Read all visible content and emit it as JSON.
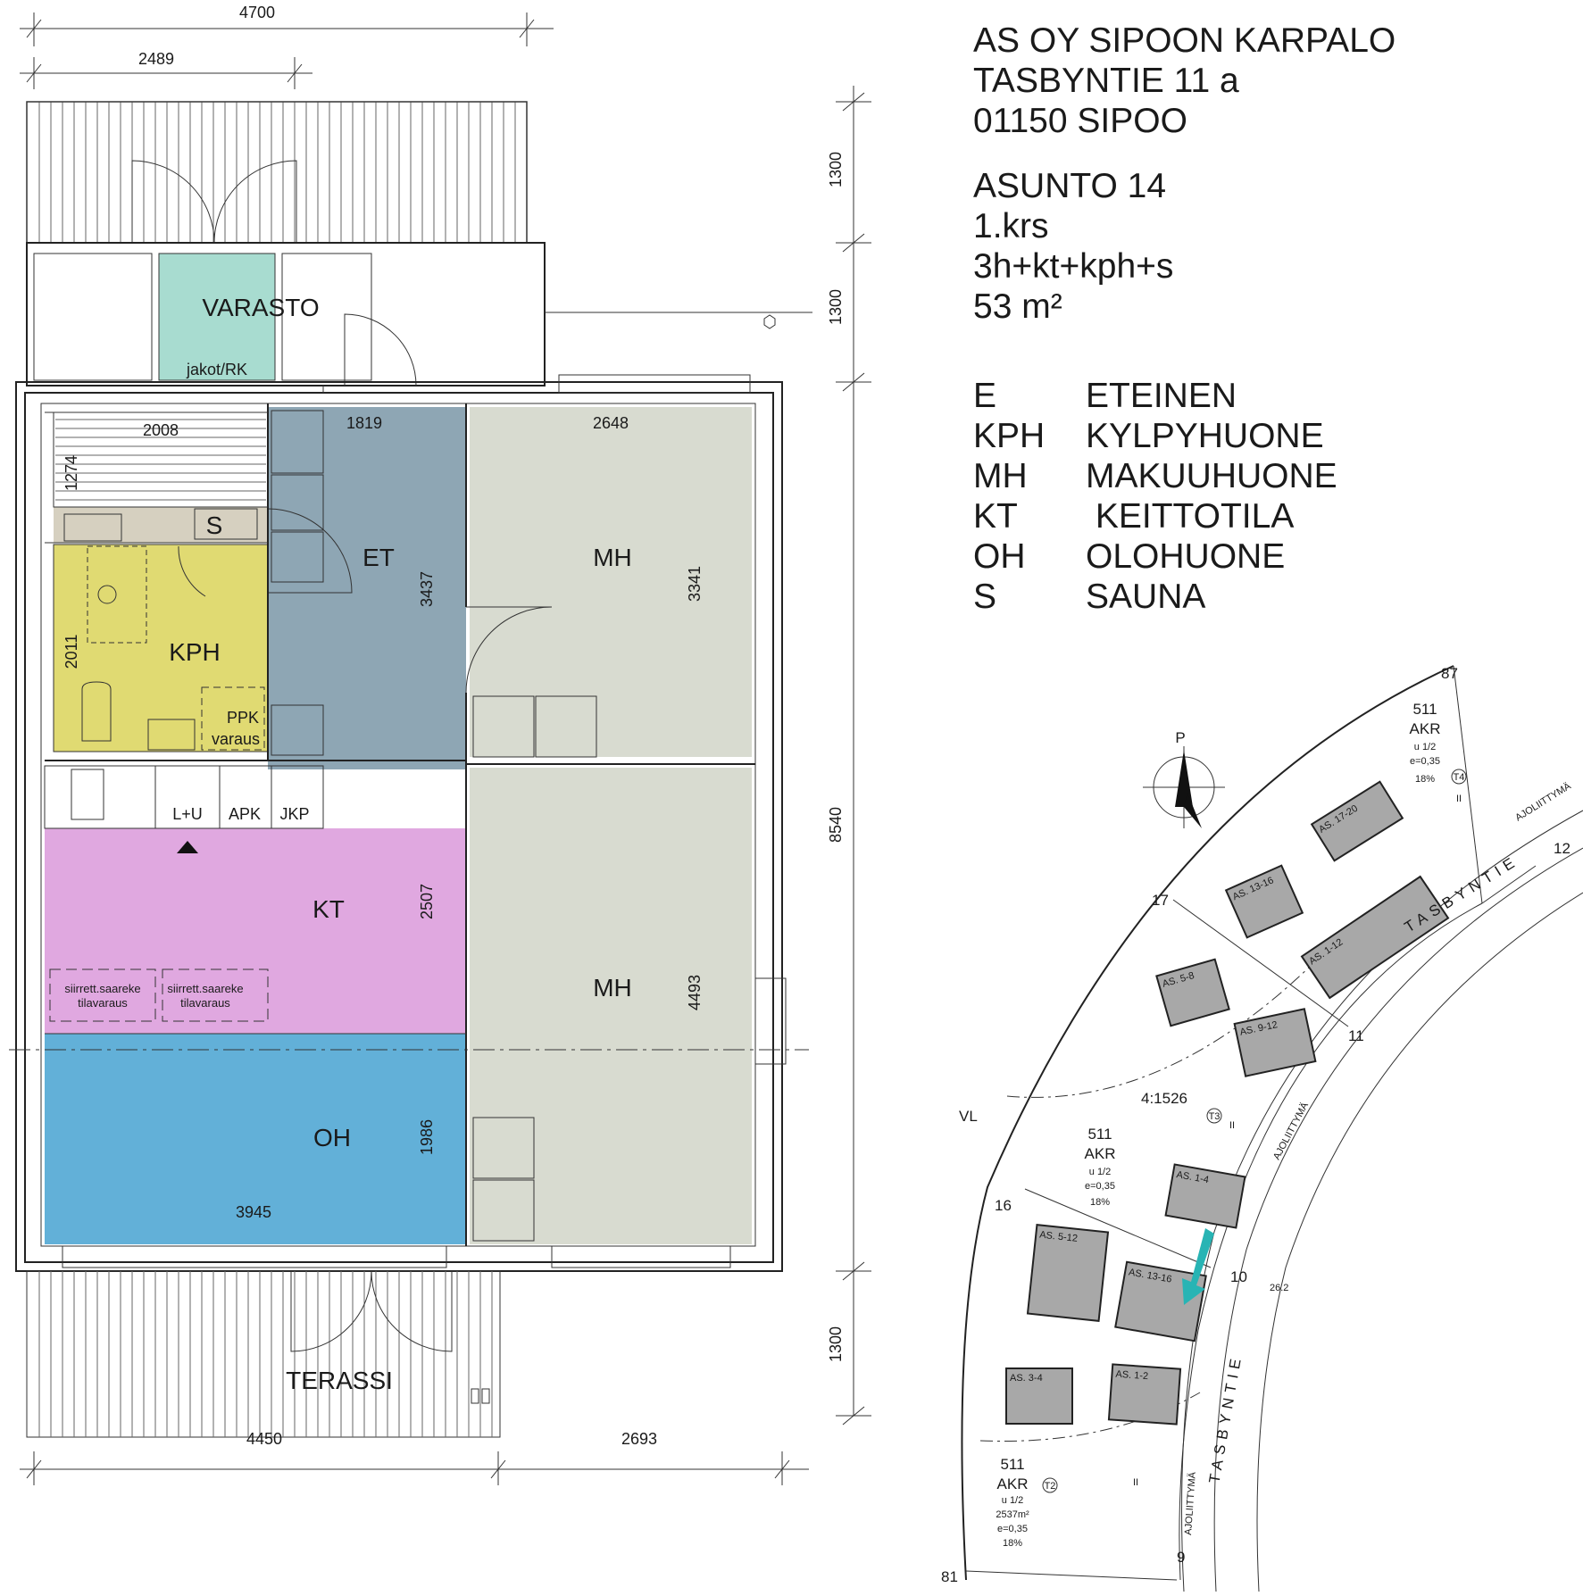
{
  "header": {
    "company": "AS OY SIPOON KARPALO",
    "street": "TASBYNTIE 11 a",
    "postal": "01150 SIPOO",
    "unit": "ASUNTO 14",
    "floor": "1.krs",
    "layout": "3h+kt+kph+s",
    "area": "53 m²"
  },
  "legend": [
    {
      "code": "E",
      "name": "ETEINEN"
    },
    {
      "code": "KPH",
      "name": "KYLPYHUONE"
    },
    {
      "code": "MH",
      "name": "MAKUUHUONE"
    },
    {
      "code": "KT",
      "name": " KEITTOTILA"
    },
    {
      "code": "OH",
      "name": "OLOHUONE"
    },
    {
      "code": "S",
      "name": "SAUNA"
    }
  ],
  "colors": {
    "et": "#8ea6b4",
    "mh": "#d8dbd0",
    "kt": "#e0a8e0",
    "oh": "#62b0d8",
    "kph": "#e0da72",
    "varasto": "#a8dcd0",
    "sauna_bench": "#d6d0c0",
    "marker": "#28b4b4"
  },
  "rooms": {
    "varasto": "VARASTO",
    "jakot": "jakot/RK",
    "s": "S",
    "et": "ET",
    "mh_top": "MH",
    "kph": "KPH",
    "ppk": "PPK",
    "varaus": "varaus",
    "lu": "L+U",
    "apk": "APK",
    "jkp": "JKP",
    "kt": "KT",
    "mh_bottom": "MH",
    "island1": "siirrett.saareke",
    "island1b": "tilavaraus",
    "island2": "siirrett.saareke",
    "island2b": "tilavaraus",
    "oh": "OH",
    "terassi": "TERASSI"
  },
  "dims": {
    "d4700": "4700",
    "d2489": "2489",
    "d1300a": "1300",
    "d1300b": "1300",
    "d8540": "8540",
    "d1300c": "1300",
    "d2008": "2008",
    "d1819": "1819",
    "d2648": "2648",
    "d1274": "1274",
    "d3437": "3437",
    "d3341": "3341",
    "d2011": "2011",
    "d2507": "2507",
    "d4493": "4493",
    "d1986": "1986",
    "d3945": "3945",
    "d4450": "4450",
    "d2693": "2693"
  },
  "map": {
    "north": "P",
    "vl": "VL",
    "n87": "87",
    "n12": "12",
    "n17": "17",
    "n11": "11",
    "n16": "16",
    "n10": "10",
    "n81": "81",
    "n9": "9",
    "block_top": {
      "a": "511",
      "b": "AKR",
      "c": "u 1/2",
      "d": "e=0,35",
      "e": "18%",
      "t": "T4",
      "r": "II"
    },
    "block_mid": {
      "a": "511",
      "b": "AKR",
      "c": "u 1/2",
      "d": "e=0,35",
      "e": "18%",
      "t": "T3",
      "r": "II"
    },
    "block_bot": {
      "a": "511",
      "b": "AKR",
      "c": "u 1/2",
      "d": "2537m²",
      "e": "e=0,35",
      "f": "18%",
      "t": "T2",
      "r": "II"
    },
    "parcel": "4:1526",
    "road_top": "TASBYNTIE",
    "road_bottom": "TASBYNTIE",
    "b1": "AS. 17-20",
    "b2": "AS. 13-16",
    "b3": "AS. 1-12",
    "b4": "AS. 5-8",
    "b5": "AS. 9-12",
    "b6": "AS. 1-4",
    "b7": "AS. 5-12",
    "b8": "AS. 13-16",
    "b9": "AS. 3-4",
    "b10": "AS. 1-2",
    "h262": "26.2",
    "ajo1": "AJOLIITTYMÄ",
    "ajo2": "AJOLIITTYMÄ",
    "ajo3": "AJOLIITTYMÄ"
  }
}
